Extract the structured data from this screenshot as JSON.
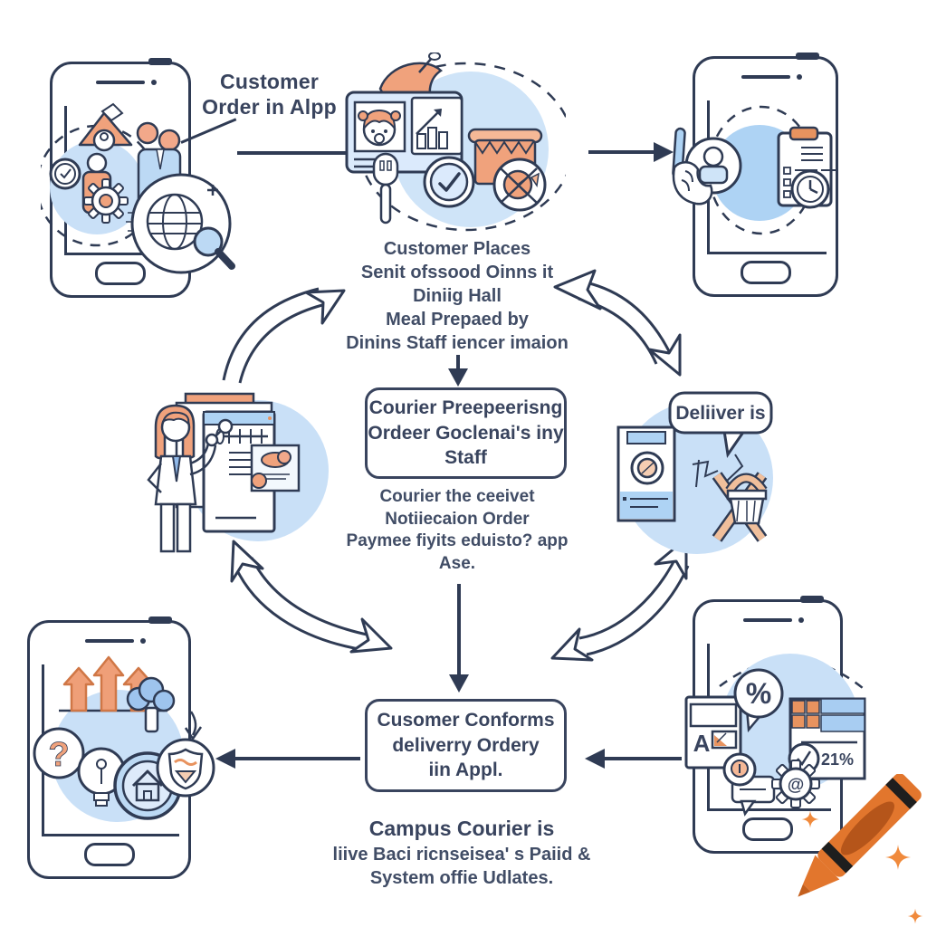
{
  "page": {
    "background": "#ffffff"
  },
  "colors": {
    "outline_navy": "#2f3b54",
    "text_navy": "#3d4760",
    "light_blue": "#c9e0f7",
    "card_blue": "#aed3f4",
    "orange": "#f0a27c",
    "crayon_orange": "#e2762d"
  },
  "top_left": {
    "label_l1": "Customer",
    "label_l2": "Order in Alpp"
  },
  "top_center": {
    "l1": "Customer Places",
    "l2": "Senit ofssood Oinns it",
    "l3": "Diniig Hall",
    "l4": "Meal Prepaed by",
    "l5": "Dinins Staff iencer imaion"
  },
  "courier_box": {
    "l1": "Courier Preepeerisng",
    "l2": "Ordeer Goclenai's iny",
    "l3": "Staff"
  },
  "courier_note": {
    "l1": "Courier the ceeivet",
    "l2": "Notiiecaion Order",
    "l3": "Paymee fiyits eduisto? app",
    "l4": "Ase."
  },
  "delivery": {
    "bubble": "Deliiver is"
  },
  "confirm_box": {
    "l1": "Cusomer Conforms",
    "l2": "deliverry Ordery",
    "l3": "iin Appl."
  },
  "footer": {
    "l1": "Campus Courier is",
    "l2": "liive Baci ricnseisea' s Paiid &",
    "l3": "System offie Udlates."
  },
  "badges": {
    "percent": "%",
    "question": "?",
    "ad_letter": "A",
    "stat": "21%",
    "gear_glyph": "@"
  },
  "icons": {
    "globe-search-icon": "🔍",
    "gear-icon": "⚙",
    "clock-icon": "🕐",
    "check-icon": "✓",
    "clipboard-icon": "📋",
    "house-icon": "🏠",
    "bulb-icon": "💡",
    "shield-icon": "🛡",
    "broccoli-icon": "🥦",
    "basket-icon": "🧺",
    "chart-icon": "📈",
    "crayon-icon": "🖍",
    "sparkle-icon": "✦"
  }
}
